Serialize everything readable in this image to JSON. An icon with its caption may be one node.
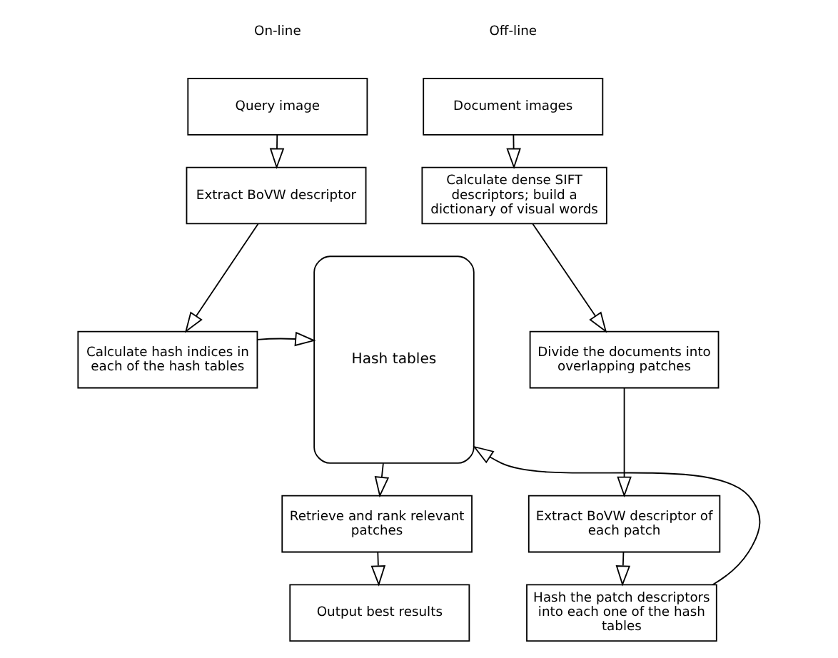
{
  "diagram": {
    "nodes": [
      {
        "text": [
          "Query image"
        ]
      },
      {
        "text": [
          "Extract BoVW descriptor"
        ]
      },
      {
        "text": [
          "Calculate hash indices in each of the hash tables"
        ]
      },
      {
        "text": [
          "Retrieve and rank relevant patches"
        ]
      },
      {
        "text": [
          "Output best results"
        ]
      },
      {
        "text": [
          "Hash tables"
        ]
      },
      {
        "text": [
          "Document images"
        ]
      },
      {
        "text": [
          "Calculate dense SIFT descriptors; build a dictionary of visual words"
        ]
      },
      {
        "text": [
          "Divide the documents into overlapping patches"
        ]
      },
      {
        "text": [
          "Extract BoVW descriptor of each patch"
        ]
      },
      {
        "text": [
          "Hash the patch descriptors into each one of the hash tables"
        ]
      }
    ],
    "edges": [
      {
        "from": 0,
        "to": 1,
        "arrow": "to"
      },
      {
        "from": 1,
        "to": 2,
        "arrow": "to"
      },
      {
        "from": 2,
        "to": 5,
        "arrow": "to"
      },
      {
        "from": 5,
        "to": 3,
        "arrow": "to"
      },
      {
        "from": 3,
        "to": 4,
        "arrow": "to"
      },
      {
        "from": 6,
        "to": 7,
        "arrow": "to"
      },
      {
        "from": 7,
        "to": 8,
        "arrow": "to"
      },
      {
        "from": 8,
        "to": 9,
        "arrow": "to"
      },
      {
        "from": 9,
        "to": 10,
        "arrow": "to"
      },
      {
        "from": 10,
        "to": 5,
        "arrow": "to"
      }
    ],
    "labels": [
      "On-line",
      "Off-line"
    ]
  }
}
